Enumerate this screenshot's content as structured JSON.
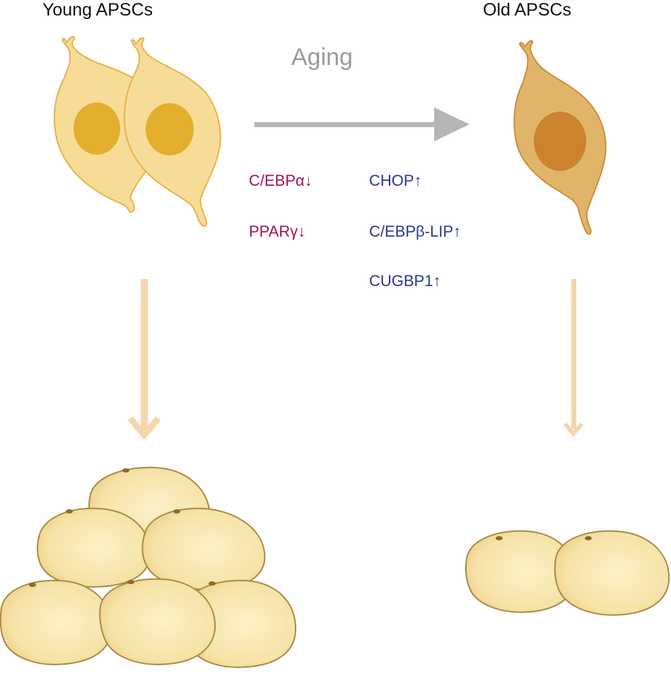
{
  "labels": {
    "young": "Young APSCs",
    "old": "Old APSCs",
    "process": "Aging"
  },
  "downregulated": [
    "C/EBPα↓",
    "PPARγ↓"
  ],
  "upregulated": [
    "CHOP↑",
    "C/EBPβ-LIP↑",
    "CUGBP1↑"
  ],
  "colors": {
    "young_cell_body": "#f6dc97",
    "young_nucleus": "#e3ae2c",
    "old_cell_body": "#e0b56a",
    "old_nucleus": "#cb832d",
    "adipocyte_fill": "#f7e7b0",
    "differentiation_arrow": "#f5d6ad",
    "aging_arrow": "#b5b5b5",
    "downregulated_text": "#a0145a",
    "upregulated_text": "#283a8c"
  }
}
